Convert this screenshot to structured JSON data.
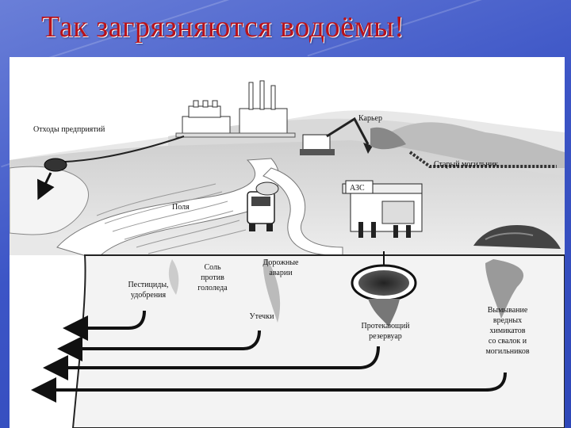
{
  "slide": {
    "title": "Так загрязняются водоёмы!"
  },
  "diagram": {
    "labels": {
      "industrial_waste": "Отходы предприятий",
      "quarry": "Карьер",
      "old_cemetery": "Старый могильник",
      "fields": "Поля",
      "gas_station": "АЗС",
      "salt_line1": "Соль",
      "salt_line2": "против",
      "salt_line3": "гололеда",
      "road_accidents_line1": "Дорожные",
      "road_accidents_line2": "аварии",
      "pesticides_line1": "Пестициды,",
      "pesticides_line2": "удобрения",
      "leaks": "Утечки",
      "leaking_tank_line1": "Протекающий",
      "leaking_tank_line2": "резервуар",
      "leaching_line1": "Вымывание",
      "leaching_line2": "вредных",
      "leaching_line3": "химикатов",
      "leaching_line4": "со свалок и",
      "leaching_line5": "могильников"
    }
  }
}
